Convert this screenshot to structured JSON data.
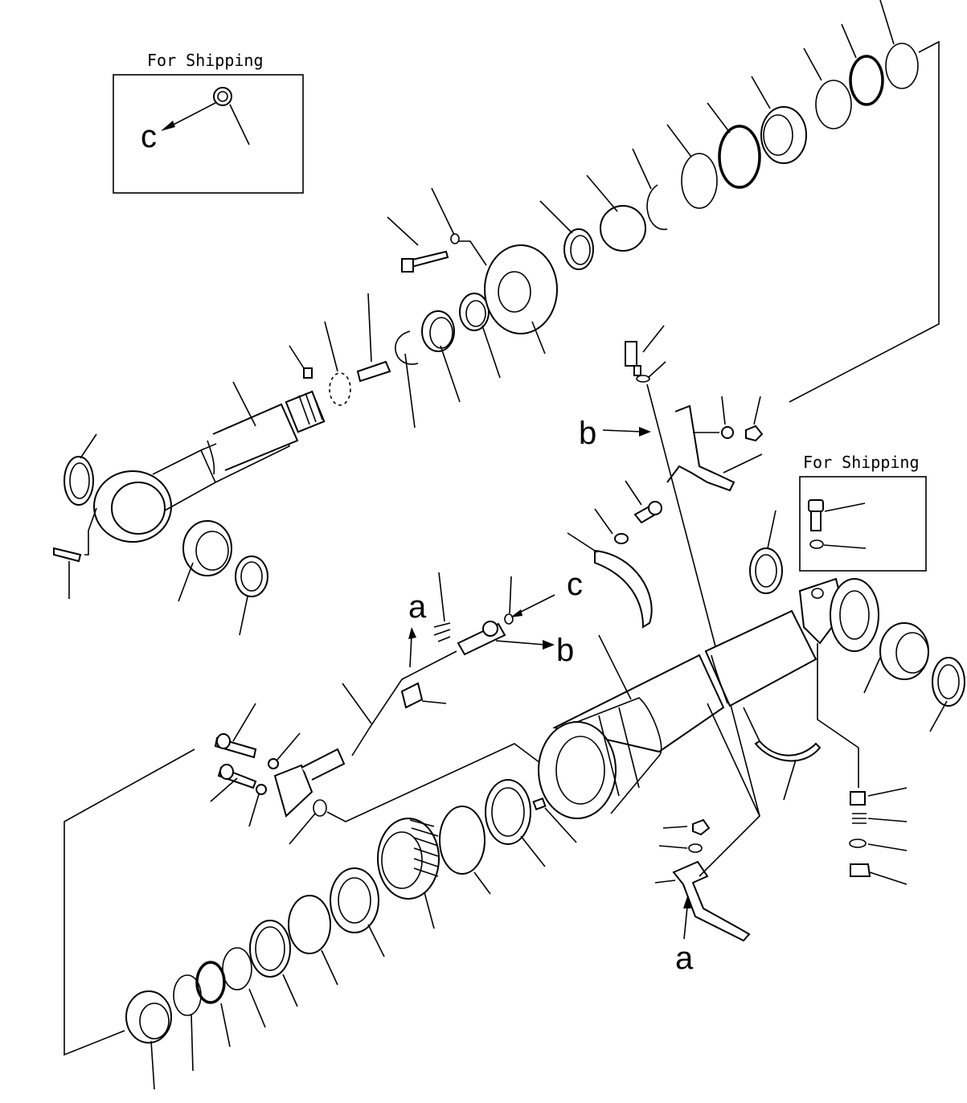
{
  "boxes": {
    "top_left_title": "For Shipping",
    "right_title": "For Shipping"
  },
  "markers": {
    "c_top": "c",
    "b_mid": "b",
    "a_mid": "a",
    "c_mid": "c",
    "b_right": "b",
    "a_bottom": "a"
  }
}
